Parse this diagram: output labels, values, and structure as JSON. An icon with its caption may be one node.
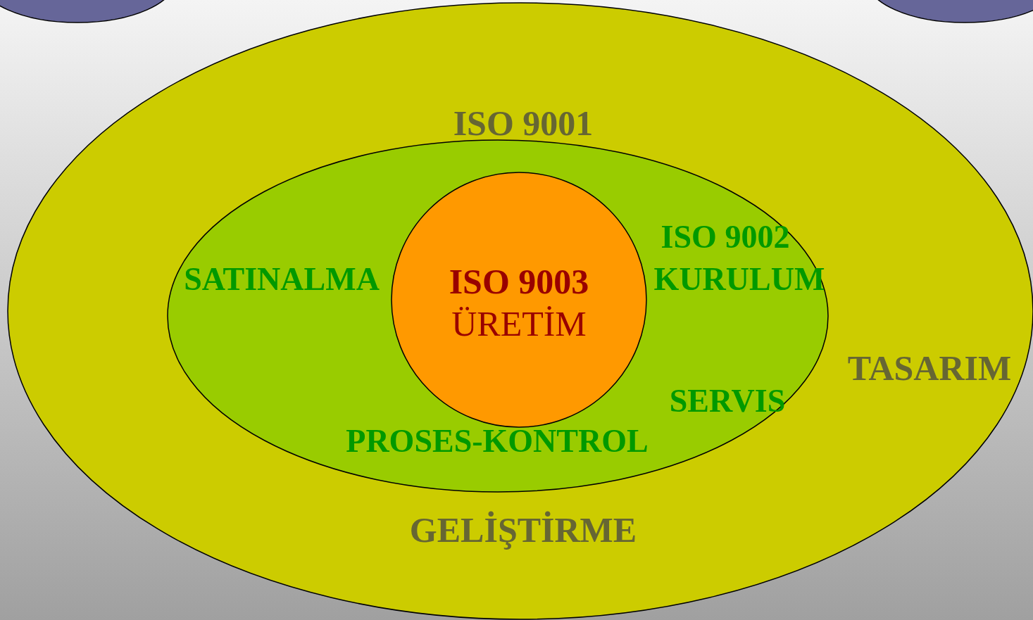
{
  "diagram": {
    "nodes": [
      {
        "text": [
          "ISO 9001",
          "TASARIM",
          "GELİŞTİRME"
        ]
      },
      {
        "text": [
          "ISO 9002",
          "KURULUM",
          "SATINALMA",
          "SERVIS",
          "PROSES-KONTROL"
        ],
        "in": 0
      },
      {
        "text": [
          "ISO 9003",
          "ÜRETİM"
        ],
        "in": 1
      }
    ],
    "edges": []
  }
}
